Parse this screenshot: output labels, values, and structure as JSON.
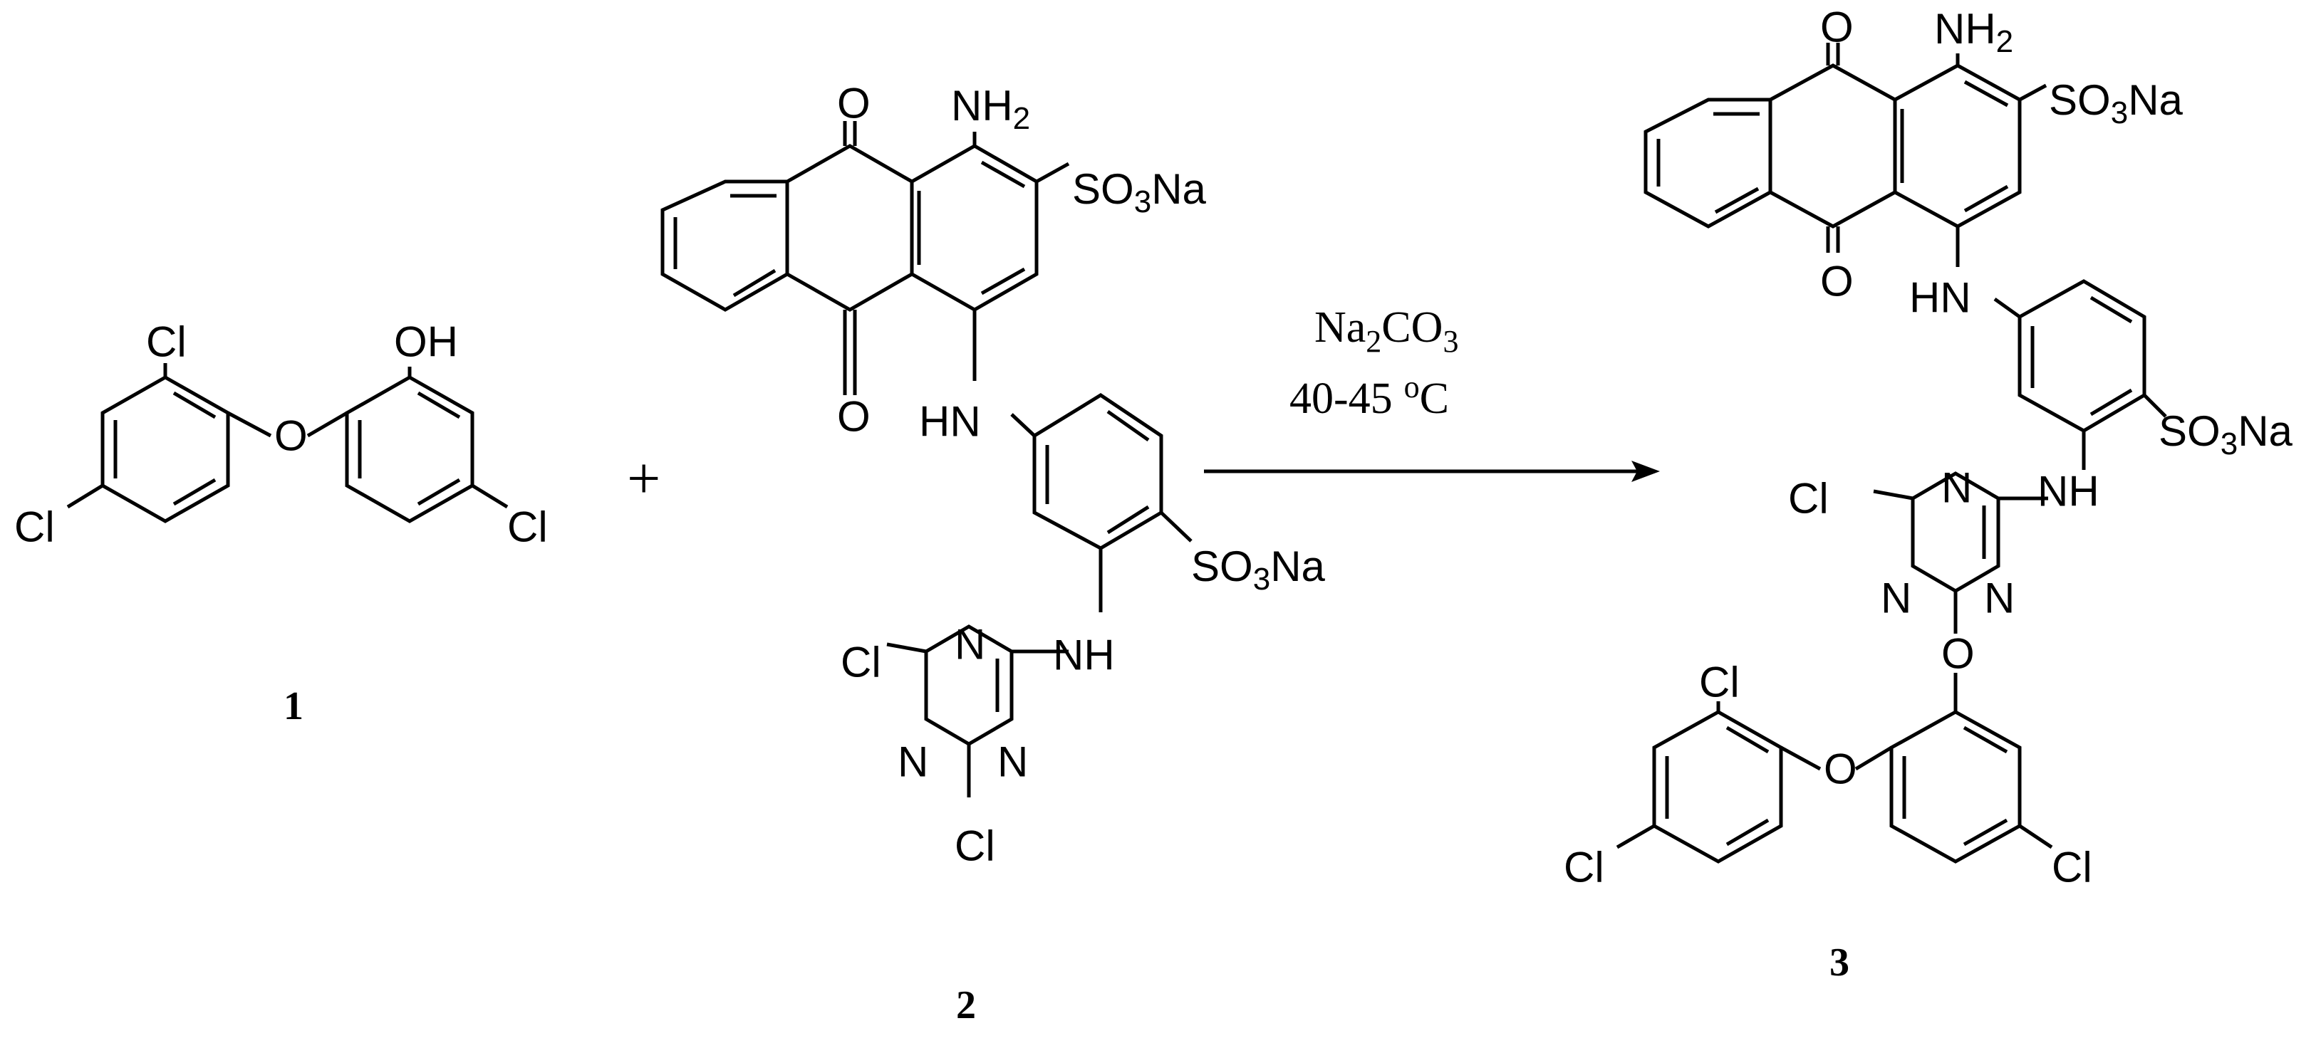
{
  "compound_1": {
    "number": "1",
    "atoms": {
      "cl_top": "Cl",
      "cl_left": "Cl",
      "cl_right": "Cl",
      "oh": "OH",
      "ether_o": "O"
    }
  },
  "plus_sign": "+",
  "compound_2": {
    "number": "2",
    "atoms": {
      "o_top": "O",
      "o_bottom": "O",
      "nh2": "NH",
      "so3na": "SO",
      "hn": "HN",
      "nh": "NH",
      "so3na_ring": "SO",
      "cl_left": "Cl",
      "cl_bottom": "Cl",
      "n": "N"
    }
  },
  "reaction": {
    "reagent": "Na2CO3",
    "reagent_main": "Na",
    "reagent_sub": "2",
    "reagent_tail": "CO",
    "reagent_sub2": "3",
    "temperature": "40-45",
    "temperature_sup": "o",
    "temperature_unit": "C"
  },
  "compound_3": {
    "number": "3",
    "atoms": {
      "o_top": "O",
      "o_bottom": "O",
      "nh2": "NH",
      "so3na": "SO",
      "hn": "HN",
      "nh": "NH",
      "so3na_ring": "SO",
      "cl_triazine": "Cl",
      "n": "N",
      "o_link": "O",
      "ether_o": "O",
      "cl_top": "Cl",
      "cl_left": "Cl",
      "cl_right": "Cl"
    }
  },
  "common": {
    "sub2": "2",
    "sub3": "3",
    "na": "Na"
  }
}
